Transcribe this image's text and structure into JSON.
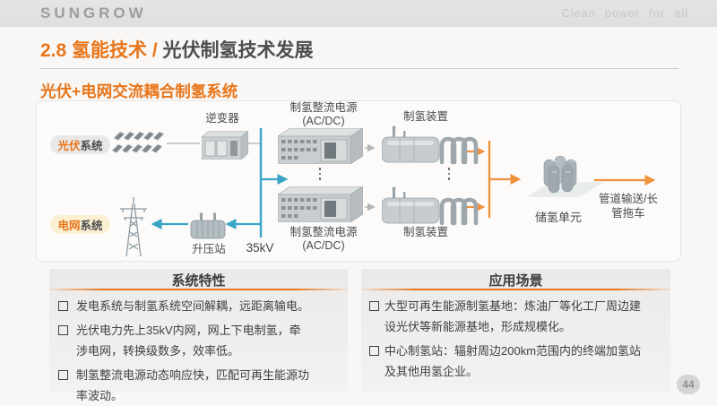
{
  "header": {
    "logo": "SUNGROW",
    "tagline": "Clean power for all"
  },
  "title": {
    "accent": "2.8 氢能技术 / ",
    "main": "光伏制氢技术发展"
  },
  "section": {
    "title": "光伏+电网交流耦合制氢系统"
  },
  "diagram": {
    "pv_pill": {
      "highlight": "光伏",
      "rest": "系统"
    },
    "grid_pill": {
      "highlight": "电网",
      "rest": "系统"
    },
    "inverter": "逆变器",
    "rectifier_line1": "制氢整流电源",
    "rectifier_line2": "(AC/DC)",
    "electrolyzer": "制氢装置",
    "booster": "升压站",
    "voltage": "35kV",
    "storage": "储氢单元",
    "transport_line1": "管道输送/长",
    "transport_line2": "管拖车"
  },
  "panels": {
    "left": {
      "title": "系统特性",
      "bullets": [
        "发电系统与制氢系统空间解耦，远距离输电。",
        "光伏电力先上35kV内网，网上下电制氢，牵涉电网，转换级数多，效率低。",
        "制氢整流电源动态响应快，匹配可再生能源功率波动。"
      ]
    },
    "right": {
      "title": "应用场景",
      "bullets": [
        "大型可再生能源制氢基地：炼油厂等化工厂周边建设光伏等新能源基地，形成规模化。",
        "中心制氢站：辐射周边200km范围内的终端加氢站及其他用氢企业。"
      ]
    }
  },
  "page_number": "44",
  "colors": {
    "accent_orange": "#e8751a",
    "bus_teal": "#39a5c6",
    "flow_orange": "#f0913b"
  }
}
